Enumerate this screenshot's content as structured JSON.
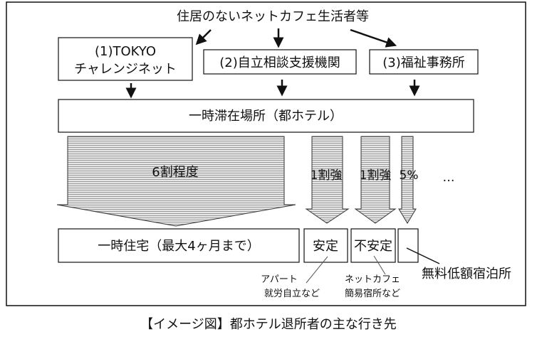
{
  "top_label": "住居のないネットカフェ生活者等",
  "entry_points": [
    {
      "line1": "(1)TOKYO",
      "line2": "チャレンジネット"
    },
    {
      "label": "(2)自立相談支援機関"
    },
    {
      "label": "(3)福祉事務所"
    }
  ],
  "hotel_label": "一時滞在場所（都ホテル）",
  "flows": [
    {
      "label": "6割程度",
      "share_percent": 60
    },
    {
      "label": "1割強"
    },
    {
      "label": "1割強"
    },
    {
      "label": "5%"
    },
    {
      "label": "…"
    }
  ],
  "destinations": {
    "temporary_housing": "一時住宅（最大4ヶ月まで）",
    "stable": "安定",
    "unstable": "不安定",
    "low_cost_lodging": "無料低額宿泊所"
  },
  "notes": {
    "stable_line1": "アパート",
    "stable_line2": "就労自立など",
    "unstable_line1": "ネットカフェ",
    "unstable_line2": "簡易宿所など"
  },
  "caption": "【イメージ図】都ホテル退所者の主な行き先"
}
